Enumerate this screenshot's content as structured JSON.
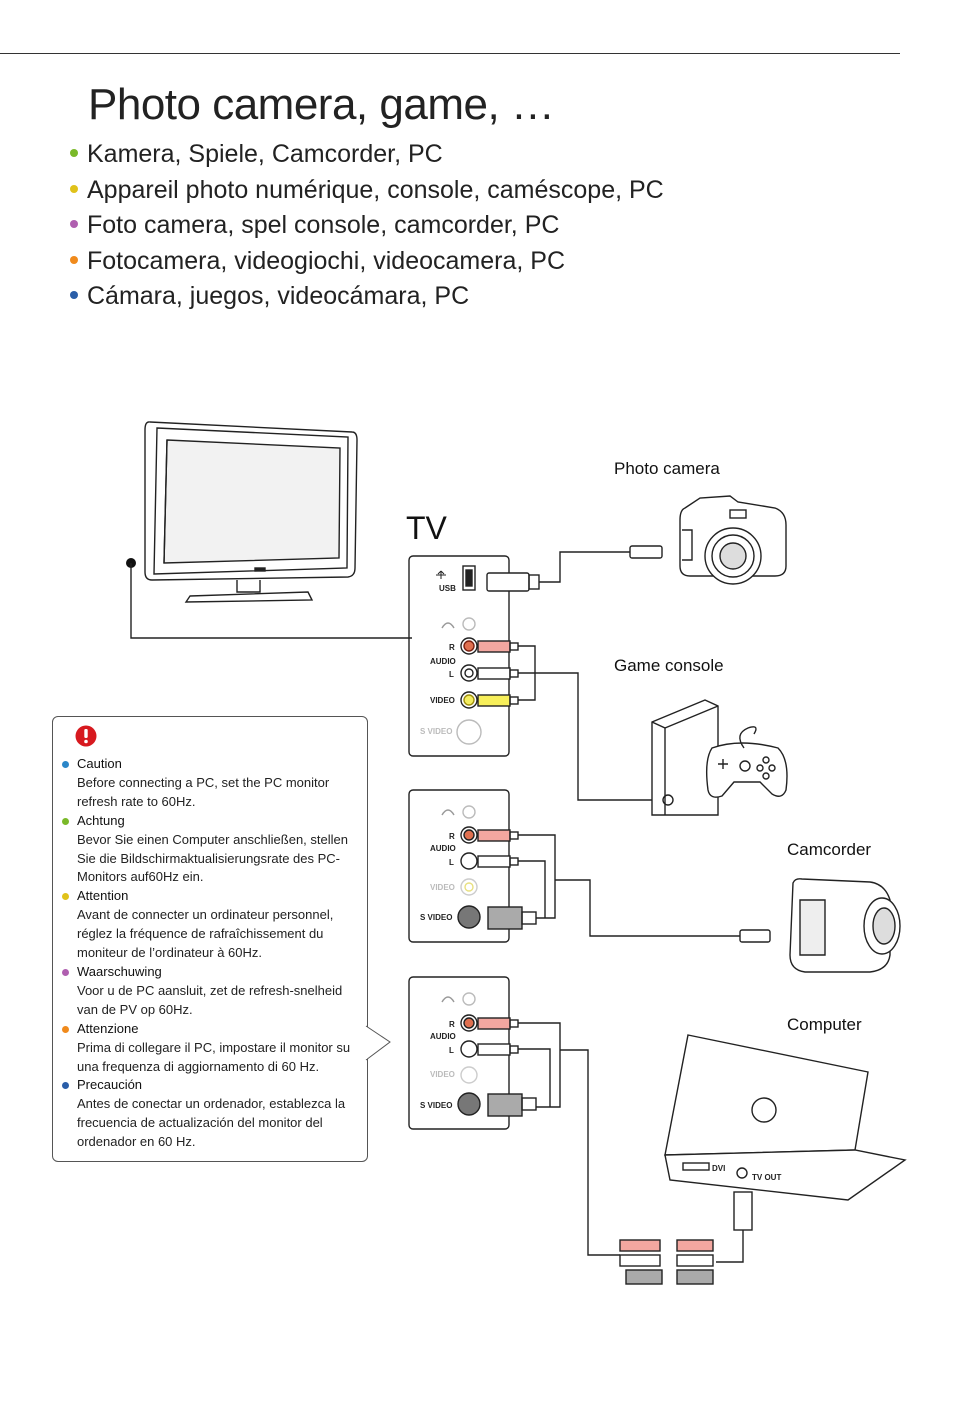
{
  "title": "Photo camera, game, …",
  "languages": [
    {
      "text": "Kamera, Spiele, Camcorder, PC",
      "color": "#7ab929"
    },
    {
      "text": "Appareil photo numérique, console, caméscope, PC",
      "color": "#e0c21a"
    },
    {
      "text": "Foto camera, spel console, camcorder, PC",
      "color": "#b05fb0"
    },
    {
      "text": "Fotocamera, videogiochi, videocamera, PC",
      "color": "#f08a1c"
    },
    {
      "text": "Cámara, juegos, videocámara, PC",
      "color": "#2a5ea8"
    }
  ],
  "diagram": {
    "tv_label": "TV",
    "devices": {
      "photo_camera": "Photo camera",
      "game_console": "Game console",
      "camcorder": "Camcorder",
      "computer": "Computer"
    },
    "ports": {
      "usb": "USB",
      "r": "R",
      "audio": "AUDIO",
      "l": "L",
      "video": "VIDEO",
      "svideo": "S VIDEO",
      "dvi": "DVI",
      "tv_out": "TV OUT"
    }
  },
  "caution": {
    "icon": "exclamation-icon",
    "icon_color": "#d7191f",
    "notes": [
      {
        "heading": "Caution",
        "text": "Before connecting a PC, set the PC monitor refresh rate to 60Hz.",
        "color": "#2b86c8"
      },
      {
        "heading": "Achtung",
        "text": "Bevor Sie einen Computer anschließen, stellen Sie die Bildschirmaktualisierungsrate des PC-Monitors auf60Hz ein.",
        "color": "#7ab929"
      },
      {
        "heading": "Attention",
        "text": "Avant de connecter un ordinateur personnel, réglez la fréquence de rafraîchissement du moniteur de l’ordinateur à 60Hz.",
        "color": "#e0c21a"
      },
      {
        "heading": "Waarschuwing",
        "text": "Voor u de PC aansluit, zet de refresh-snelheid van de PV op 60Hz.",
        "color": "#b05fb0"
      },
      {
        "heading": "Attenzione",
        "text": "Prima di collegare il PC, impostare il monitor su una frequenza di aggiornamento di 60 Hz.",
        "color": "#f08a1c"
      },
      {
        "heading": "Precaución",
        "text": "Antes de conectar un ordenador, establezca la frecuencia de actualización del monitor del ordenador en 60 Hz.",
        "color": "#2a5ea8"
      }
    ]
  }
}
